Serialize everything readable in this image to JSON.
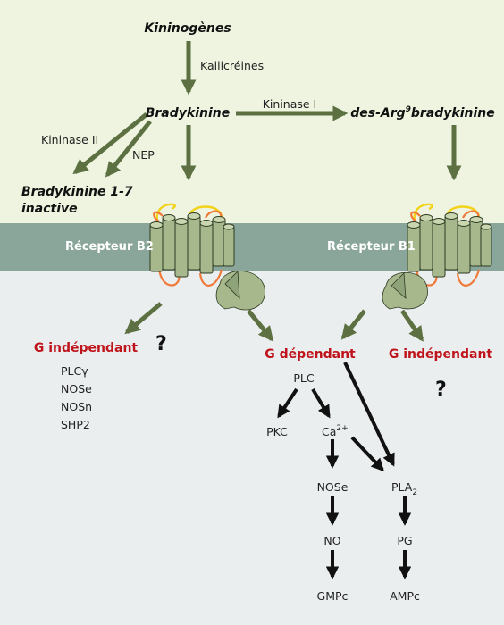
{
  "colors": {
    "extracellular": "#eef4df",
    "membrane": "#8aa69a",
    "cytoplasm": "#eaeeee",
    "green_arrow": "#5c7042",
    "black_arrow": "#111111",
    "red_text": "#c0141c",
    "receptor": "#a6b88c",
    "g_protein": "#a6b88c",
    "loop_orange": "#f07a3a",
    "loop_yellow": "#f3d21a"
  },
  "labels": {
    "kininogenes": "Kininogènes",
    "kallicreines": "Kallicréines",
    "bradykinine": "Bradykinine",
    "kininase1": "Kininase I",
    "des_arg_prefix": "des-Arg",
    "des_arg_sup": "9",
    "des_arg_suffix": "bradykinine",
    "kininase2": "Kininase II",
    "nep": "NEP",
    "bk17_line1": "Bradykinine 1-7",
    "bk17_line2": "inactive",
    "recepteur_b2": "Récepteur B2",
    "recepteur_b1": "Récepteur B1",
    "g_indep_left": "G indépendant",
    "g_dep": "G dépendant",
    "g_indep_right": "G indépendant",
    "question": "?",
    "plc": "PLC",
    "pkc": "PKC",
    "ca": "Ca",
    "ca_sup": "2+",
    "nose": "NOSe",
    "pla": "PLA",
    "pla_sub": "2",
    "no": "NO",
    "pg": "PG",
    "gmpc": "GMPc",
    "ampc": "AMPc",
    "left_list": [
      "PLCγ",
      "NOSe",
      "NOSn",
      "SHP2"
    ]
  }
}
